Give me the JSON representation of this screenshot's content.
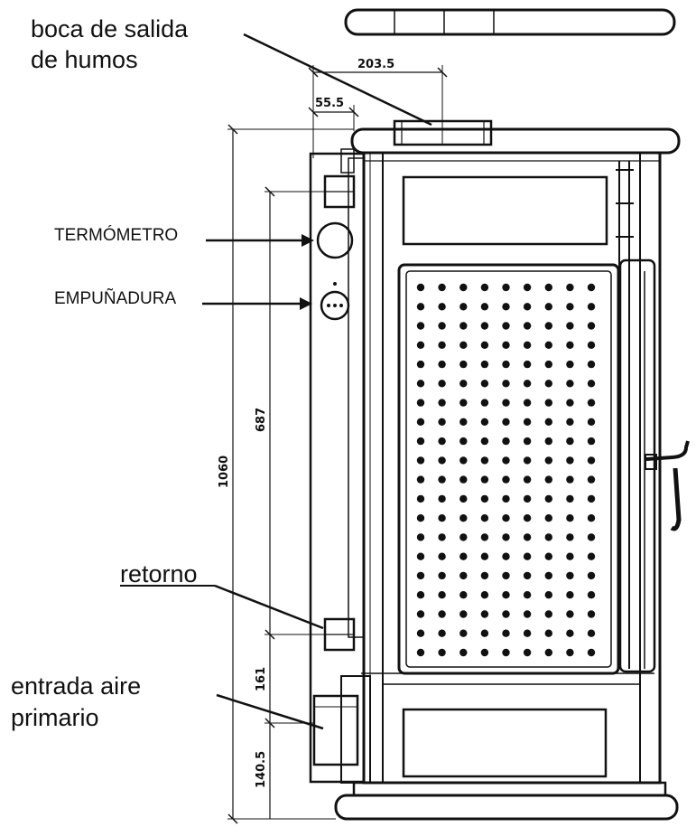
{
  "labels": {
    "flue_outlet_line1": "boca de salida",
    "flue_outlet_line2": "de humos",
    "thermometer": "TERMÓMETRO",
    "handle": "EMPUÑADURA",
    "return": "retorno",
    "primary_air_line1": "entrada aire",
    "primary_air_line2": "primario"
  },
  "dimensions": {
    "flue_offset": "203.5",
    "flue_small_offset": "55.5",
    "total_height": "1060",
    "return_spacing": "687",
    "return_to_air": "161",
    "air_inlet_height": "140.5"
  },
  "grill": {
    "rows": 20,
    "cols": 9
  },
  "colors": {
    "line": "#111111",
    "background": "#ffffff"
  }
}
